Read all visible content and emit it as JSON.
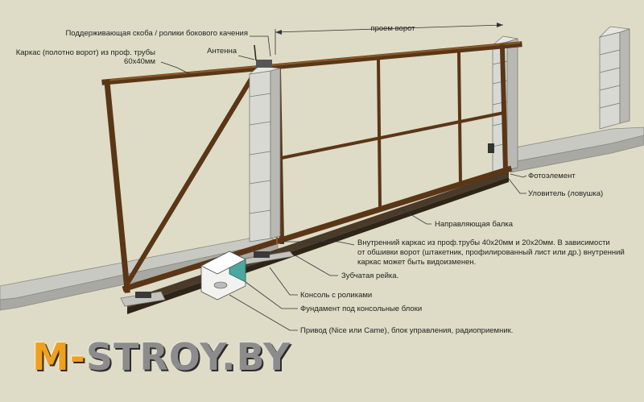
{
  "labels": {
    "support_bracket": "Поддерживающая скоба / ролики бокового качения",
    "frame_line1": "Каркас (полотно ворот) из проф. трубы",
    "frame_line2": "60х40мм",
    "antenna": "Антенна",
    "opening": "проем ворот",
    "photocell": "Фотоэлемент",
    "catcher": "Уловитель (ловушка)",
    "guide_beam": "Направляющая балка",
    "inner_frame_line1": "Внутренний каркас из проф.трубы 40х20мм и 20х20мм. В зависимости",
    "inner_frame_line2": "от обшивки ворот (штакетник, профилированный лист или др.) внутренний",
    "inner_frame_line3": "каркас может быть видоизменен.",
    "gear_rack": "Зубчатая рейка.",
    "console_rollers": "Консоль с роликами",
    "foundation": "Фундамент под консольные блоки",
    "drive": "Привод (Nice или Came), блок управления, радиоприемник."
  },
  "logo": {
    "part_a": "M-",
    "part_b": "STROY.BY"
  },
  "colors": {
    "background": "#dedcc6",
    "frame_tube": "#5a3617",
    "logo_orange": "#f0a020",
    "logo_gray": "#8c8c8c"
  }
}
